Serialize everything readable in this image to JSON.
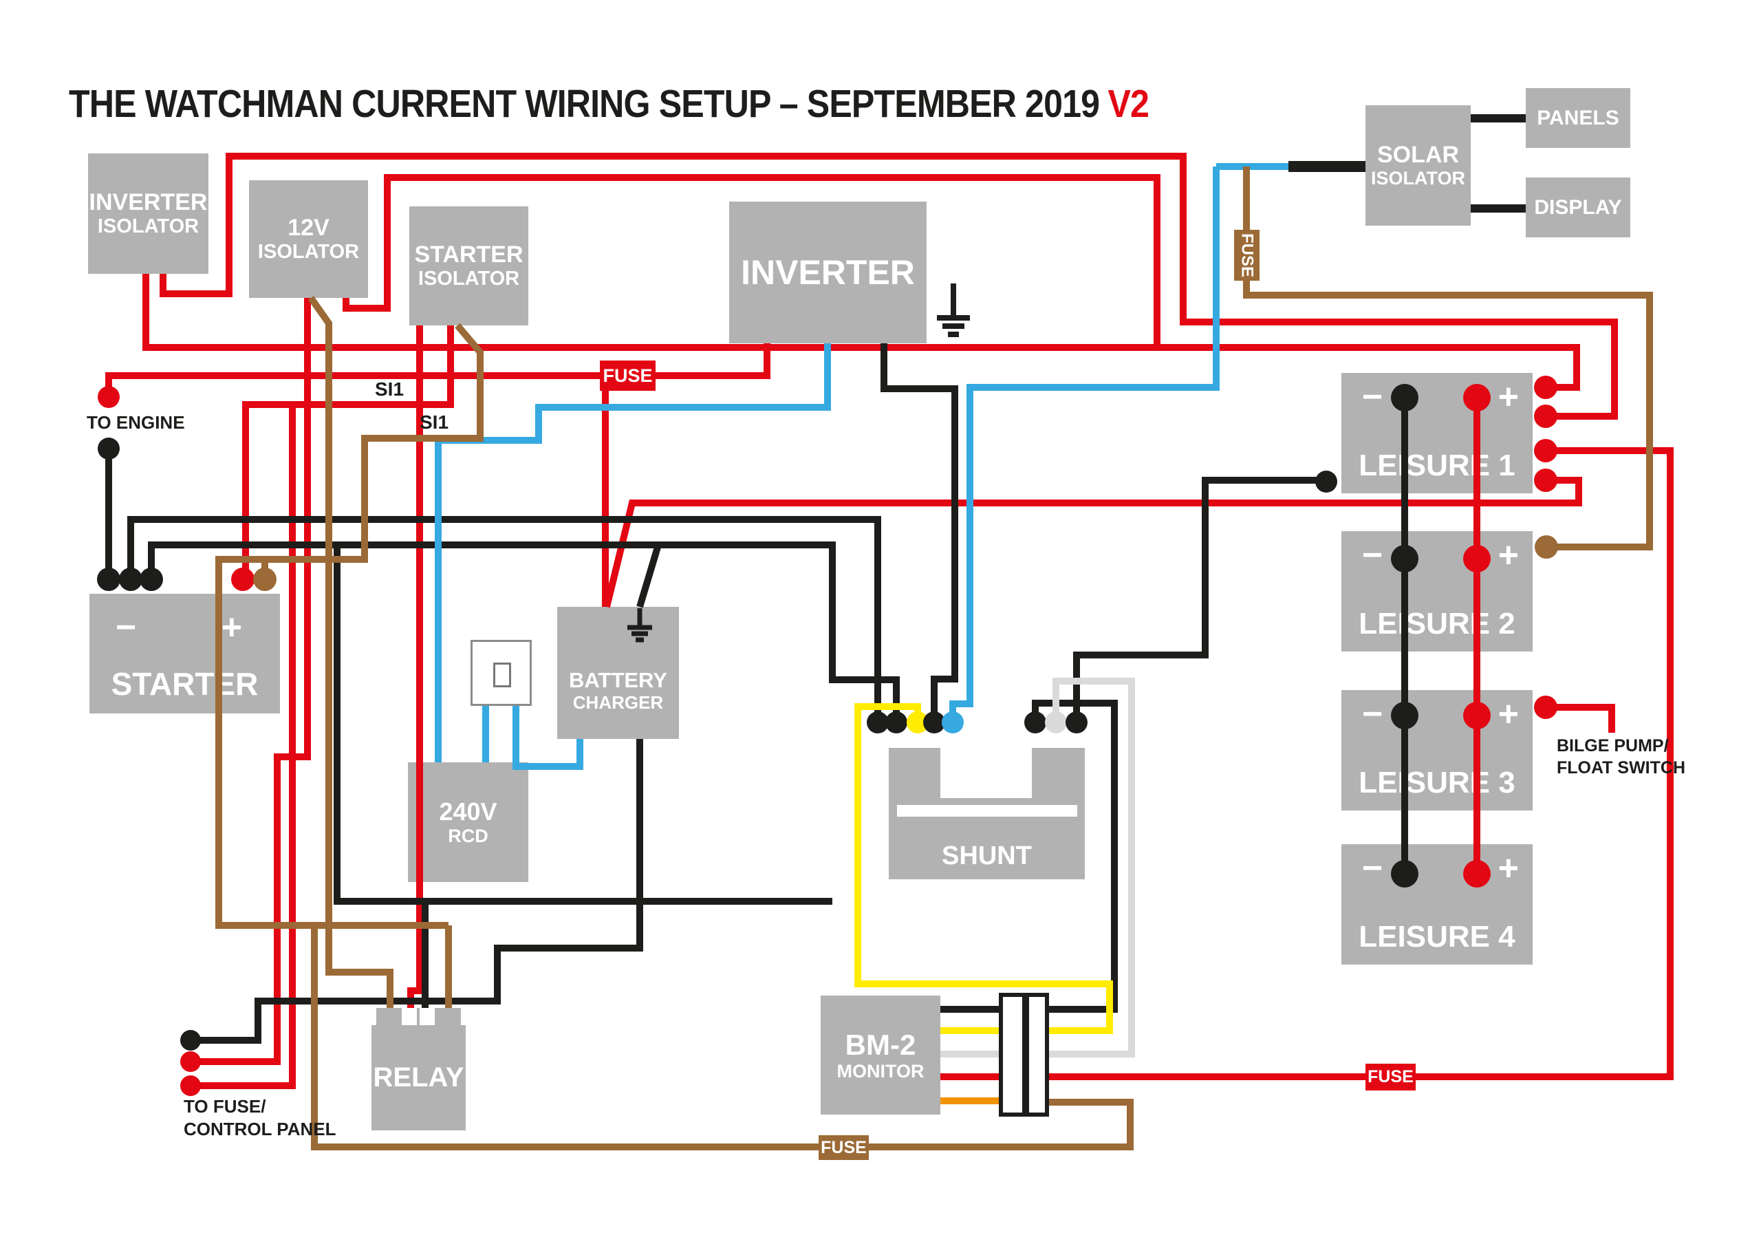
{
  "title": {
    "main": "THE WATCHMAN CURRENT WIRING SETUP – SEPTEMBER 2019",
    "version": "V2"
  },
  "colors": {
    "wire_red": "#e30613",
    "wire_black": "#1d1d1b",
    "wire_blue": "#36a9e1",
    "wire_brown": "#9b6a36",
    "wire_yellow": "#ffec00",
    "wire_orange": "#f39200",
    "wire_gray": "#dadada",
    "box_gray": "#b2b2b2",
    "text_white": "#ffffff"
  },
  "fuse_label": "FUSE",
  "signs": {
    "minus": "−",
    "plus": "+"
  },
  "boxes": {
    "inverter_isolator": {
      "l1": "INVERTER",
      "l2": "ISOLATOR"
    },
    "twelve_v_isolator": {
      "l1": "12V",
      "l2": "ISOLATOR"
    },
    "starter_isolator": {
      "l1": "STARTER",
      "l2": "ISOLATOR"
    },
    "inverter": {
      "l1": "INVERTER"
    },
    "solar_isolator": {
      "l1": "SOLAR",
      "l2": "ISOLATOR"
    },
    "panels": {
      "l1": "PANELS"
    },
    "display": {
      "l1": "DISPLAY"
    },
    "leisure1": {
      "l1": "LEISURE 1"
    },
    "leisure2": {
      "l1": "LEISURE 2"
    },
    "leisure3": {
      "l1": "LEISURE 3"
    },
    "leisure4": {
      "l1": "LEISURE 4"
    },
    "starter": {
      "l1": "STARTER"
    },
    "battery_charger": {
      "l1": "BATTERY",
      "l2": "CHARGER"
    },
    "rcd": {
      "l1": "240V",
      "l2": "RCD"
    },
    "shunt": {
      "l1": "SHUNT"
    },
    "relay": {
      "l1": "RELAY"
    },
    "bm2": {
      "l1": "BM-2",
      "l2": "MONITOR"
    }
  },
  "annotations": {
    "to_engine": "TO ENGINE",
    "si1_a": "SI1",
    "si1_b": "SI1",
    "to_fuse": "TO FUSE/\nCONTROL PANEL",
    "bilge": "BILGE PUMP/\nFLOAT SWITCH"
  }
}
